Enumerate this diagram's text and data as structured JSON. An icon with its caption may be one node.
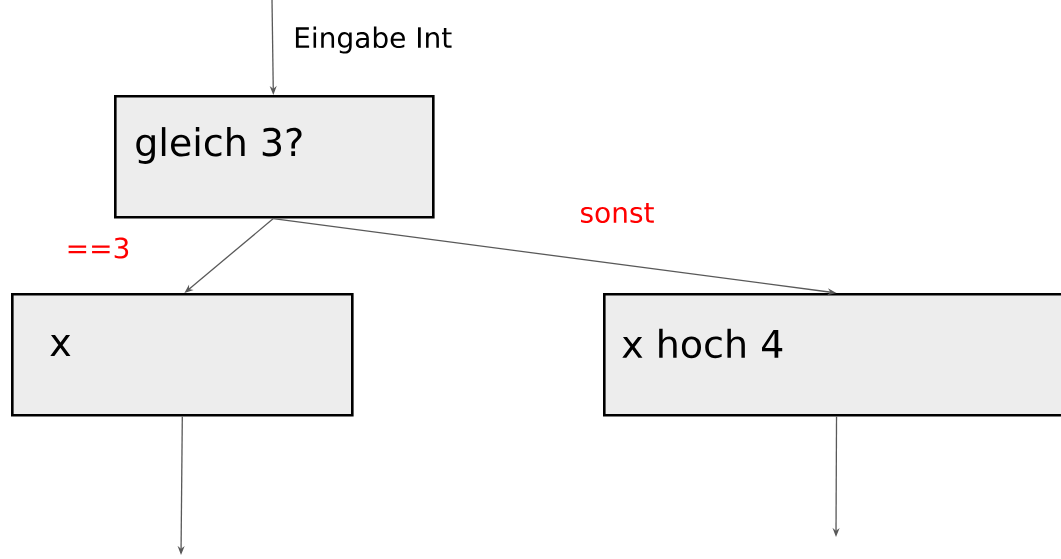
{
  "diagram": {
    "nodes": [
      {
        "text": [
          "gleich 3?"
        ]
      },
      {
        "text": [
          "x"
        ]
      },
      {
        "text": [
          "x hoch 4"
        ]
      }
    ],
    "edges": [
      {
        "from": null,
        "to": 0,
        "arrow": "to",
        "label": "Eingabe Int"
      },
      {
        "from": 0,
        "to": 1,
        "arrow": "to",
        "label": "==3"
      },
      {
        "from": 0,
        "to": 2,
        "arrow": "to",
        "label": "sonst"
      },
      {
        "from": 1,
        "to": null,
        "arrow": "to"
      },
      {
        "from": 2,
        "to": null,
        "arrow": "to"
      }
    ]
  }
}
